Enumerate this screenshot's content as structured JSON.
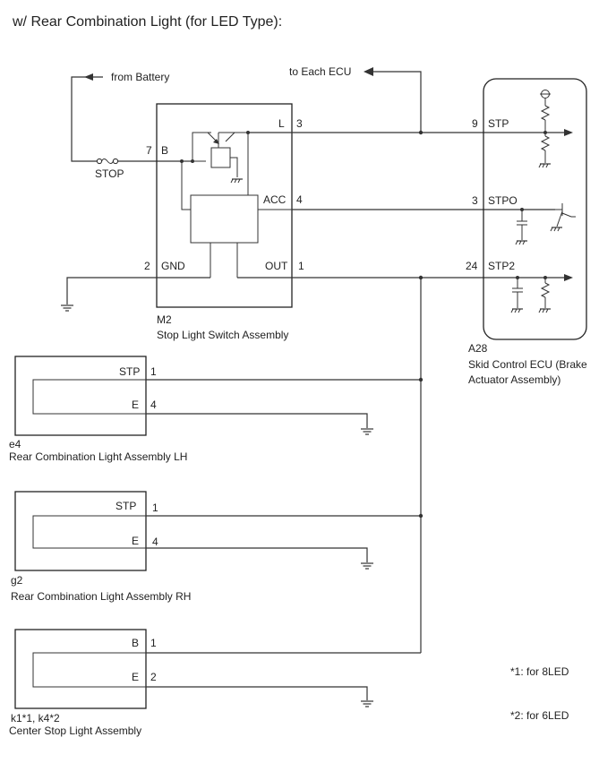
{
  "title": "w/ Rear Combination Light (for LED Type):",
  "labels": {
    "from_battery": "from Battery",
    "to_each_ecu": "to Each ECU",
    "stop_fuse": "STOP"
  },
  "m2": {
    "code": "M2",
    "name": "Stop Light Switch Assembly",
    "pins": {
      "b_num": "7",
      "b_name": "B",
      "gnd_num": "2",
      "gnd_name": "GND",
      "l_name": "L",
      "l_num": "3",
      "acc_name": "ACC",
      "acc_num": "4",
      "out_name": "OUT",
      "out_num": "1"
    }
  },
  "a28": {
    "code": "A28",
    "name_line1": "Skid Control ECU (Brake",
    "name_line2": "Actuator Assembly)",
    "pins": {
      "stp_num": "9",
      "stp_name": "STP",
      "stpo_num": "3",
      "stpo_name": "STPO",
      "stp2_num": "24",
      "stp2_name": "STP2"
    }
  },
  "e4": {
    "code": "e4",
    "name": "Rear Combination Light Assembly LH",
    "pin1_name": "STP",
    "pin1_num": "1",
    "pin2_name": "E",
    "pin2_num": "4"
  },
  "g2": {
    "code": "g2",
    "name": "Rear Combination Light Assembly RH",
    "pin1_name": "STP",
    "pin1_num": "1",
    "pin2_name": "E",
    "pin2_num": "4"
  },
  "k1": {
    "code": "k1*1, k4*2",
    "name": "Center Stop Light Assembly",
    "pin1_name": "B",
    "pin1_num": "1",
    "pin2_name": "E",
    "pin2_num": "2"
  },
  "notes": {
    "note1": "*1: for 8LED",
    "note2": "*2: for 6LED"
  }
}
